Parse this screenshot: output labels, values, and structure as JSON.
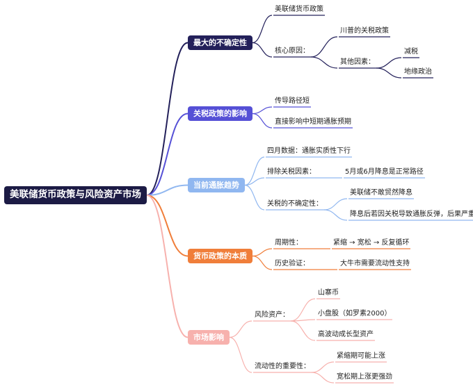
{
  "root": {
    "label": "美联储货币政策与风险资产市场"
  },
  "colors": {
    "root": "#1c1b45",
    "b1": "#23205a",
    "b2": "#5550d6",
    "b3": "#90b7f0",
    "b4": "#f07e3a",
    "b5": "#f7b1ad"
  },
  "b1": {
    "label": "最大的不确定性",
    "c1": "美联储货币政策",
    "c2": "核心原因：",
    "c2a": "川普的关税政策",
    "c2b": "其他因素：",
    "c2b1": "减税",
    "c2b2": "地缘政治"
  },
  "b2": {
    "label": "关税政策的影响",
    "c1": "传导路径短",
    "c2": "直接影响中短期通胀预期"
  },
  "b3": {
    "label": "当前通胀趋势",
    "c1": "四月数据：通胀实质性下行",
    "c2": "排除关税因素：",
    "c2a": "5月或6月降息是正常路径",
    "c3": "关税的不确定性：",
    "c3a": "美联储不敢贸然降息",
    "c3b": "降息后若因关税导致通胀反弹，后果严重"
  },
  "b4": {
    "label": "货币政策的本质",
    "c1": "周期性：",
    "c1a": "紧缩 → 宽松 → 反复循环",
    "c2": "历史验证：",
    "c2a": "大牛市需要流动性支持"
  },
  "b5": {
    "label": "市场影响",
    "c1": "风险资产：",
    "c1a": "山寨币",
    "c1b": "小盘股（如罗素2000）",
    "c1c": "高波动成长型资产",
    "c2": "流动性的重要性：",
    "c2a": "紧缩期可能上涨",
    "c2b": "宽松期上涨更强劲"
  }
}
